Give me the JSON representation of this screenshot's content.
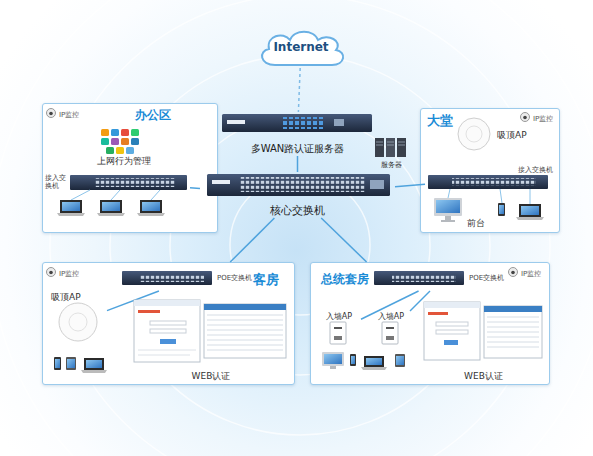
{
  "diagram": {
    "nodes": [
      {
        "text": [
          "Internet"
        ]
      },
      {
        "text": [
          "多WAN路认证服务器"
        ]
      },
      {
        "text": [
          "服务器"
        ]
      },
      {
        "text": [
          "核心交换机"
        ]
      },
      {
        "text": [
          "办公区"
        ]
      },
      {
        "text": [
          "IP监控"
        ],
        "in": 4
      },
      {
        "text": [
          "上网行为管理"
        ],
        "in": 4
      },
      {
        "text": [
          "接入交换机"
        ],
        "in": 4
      },
      {
        "text": [
          "大堂"
        ]
      },
      {
        "text": [
          "IP监控"
        ],
        "in": 8
      },
      {
        "text": [
          "吸顶AP"
        ],
        "in": 8
      },
      {
        "text": [
          "接入交换机"
        ],
        "in": 8
      },
      {
        "text": [
          "前台"
        ],
        "in": 8
      },
      {
        "text": [
          "客房"
        ]
      },
      {
        "text": [
          "IP监控"
        ],
        "in": 13
      },
      {
        "text": [
          "POE交换机"
        ],
        "in": 13
      },
      {
        "text": [
          "吸顶AP"
        ],
        "in": 13
      },
      {
        "text": [
          "WEB认证"
        ],
        "in": 13
      },
      {
        "text": [
          "总统套房"
        ]
      },
      {
        "text": [
          "IP监控"
        ],
        "in": 18
      },
      {
        "text": [
          "POE交换机"
        ],
        "in": 18
      },
      {
        "text": [
          "入墙AP"
        ],
        "in": 18
      },
      {
        "text": [
          "入墙AP"
        ],
        "in": 18
      },
      {
        "text": [
          "WEB认证"
        ],
        "in": 18
      }
    ],
    "edges": [
      {
        "from": 0,
        "to": 1,
        "arrow": "none"
      },
      {
        "from": 1,
        "to": 3,
        "arrow": "none"
      },
      {
        "from": 3,
        "to": 7,
        "arrow": "none"
      },
      {
        "from": 3,
        "to": 11,
        "arrow": "none"
      },
      {
        "from": 3,
        "to": 13,
        "arrow": "none"
      },
      {
        "from": 3,
        "to": 18,
        "arrow": "none"
      },
      {
        "from": 15,
        "to": 16,
        "arrow": "none"
      },
      {
        "from": 20,
        "to": 21,
        "arrow": "none"
      },
      {
        "from": 20,
        "to": 22,
        "arrow": "none"
      }
    ]
  }
}
